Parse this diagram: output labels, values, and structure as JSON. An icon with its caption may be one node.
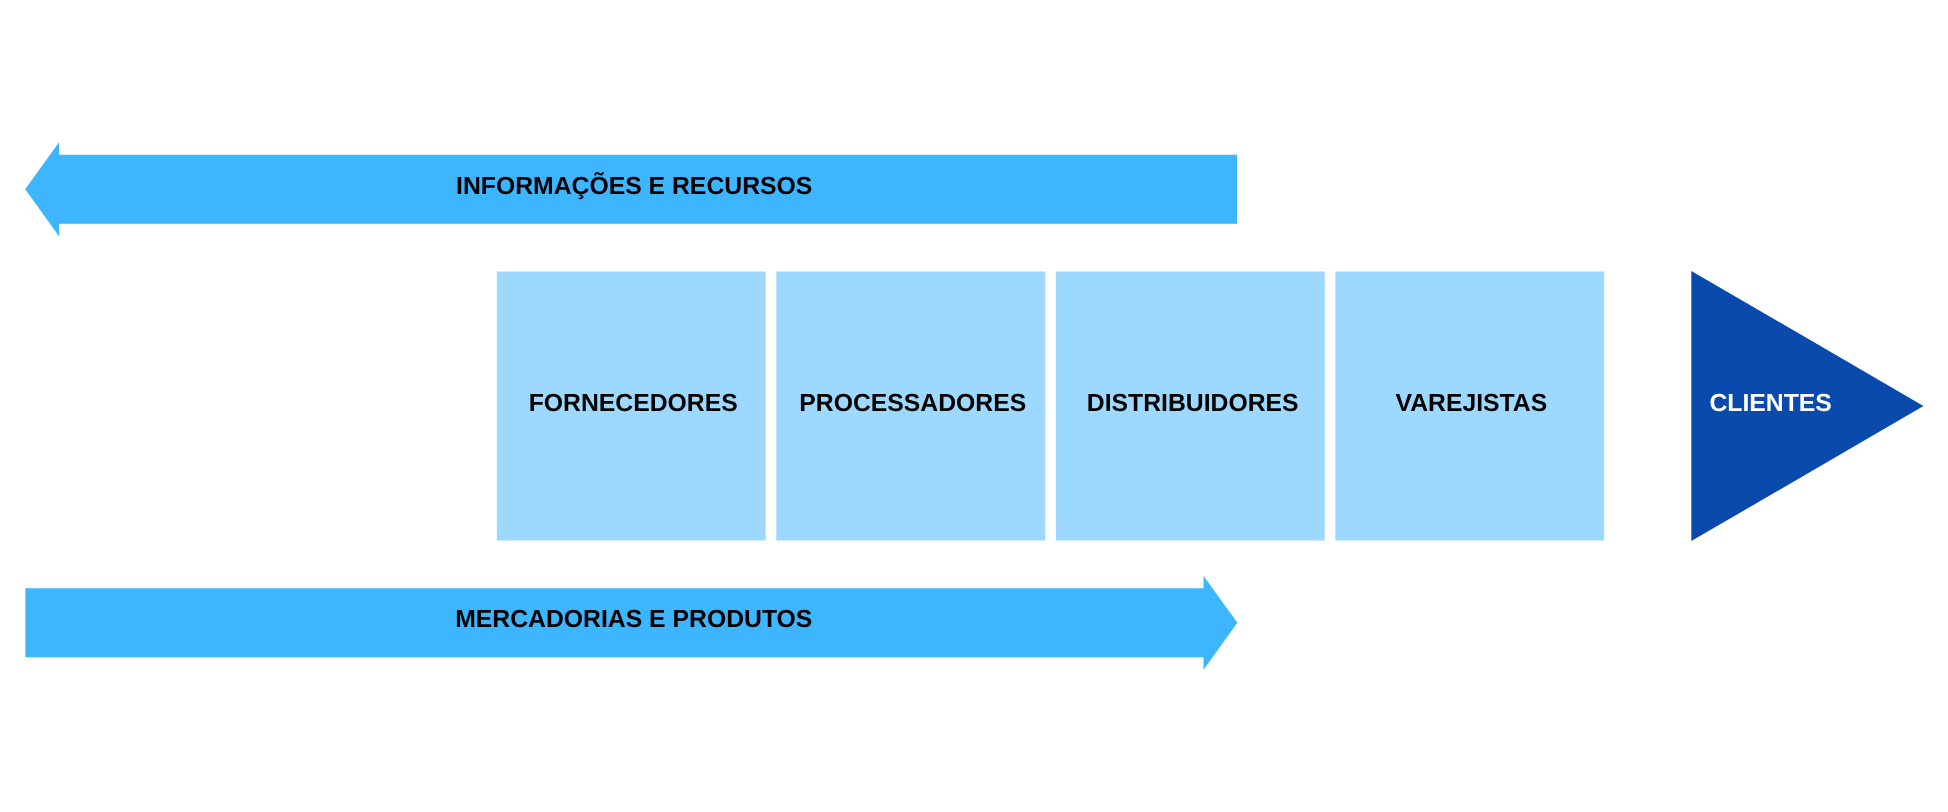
{
  "diagram": {
    "nodes": [
      {
        "text": [
          "INFORMAÇÕES E RECURSOS"
        ]
      },
      {
        "text": [
          "FORNECEDORES"
        ]
      },
      {
        "text": [
          "PROCESSADORES"
        ]
      },
      {
        "text": [
          "DISTRIBUIDORES"
        ]
      },
      {
        "text": [
          "VAREJISTAS"
        ]
      },
      {
        "text": [
          "CLIENTES"
        ]
      },
      {
        "text": [
          "MERCADORIAS E PRODUTOS"
        ]
      }
    ]
  }
}
